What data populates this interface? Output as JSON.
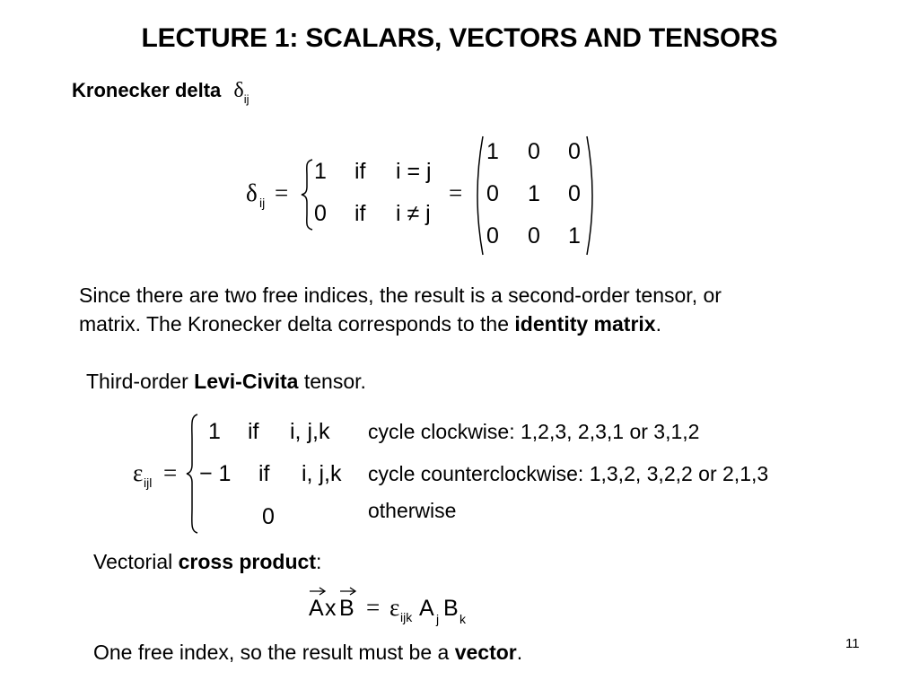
{
  "slide": {
    "title": "LECTURE 1: SCALARS, VECTORS AND TENSORS",
    "page_number": "11"
  },
  "kronecker": {
    "heading": "Kronecker delta",
    "symbol": "δ",
    "subscript": "ij",
    "eq": "=",
    "case1_value": "1",
    "case1_if": "if",
    "case1_condition": "i = j",
    "case2_value": "0",
    "case2_if": "if",
    "case2_condition": "i ≠ j",
    "matrix_rows": [
      [
        "1",
        "0",
        "0"
      ],
      [
        "0",
        "1",
        "0"
      ],
      [
        "0",
        "0",
        "1"
      ]
    ]
  },
  "paragraph": {
    "text_before": "Since there are two free indices, the result is a second-order tensor, or",
    "line2_before": "matrix.  The Kronecker delta corresponds to the ",
    "bold": "identity matrix",
    "line2_after": "."
  },
  "levi_civita": {
    "intro_before": "Third-order ",
    "intro_bold": "Levi-Civita",
    "intro_after": " tensor.",
    "symbol": "ε",
    "subscript": "ijl",
    "eq": "=",
    "case1_value": "1",
    "case1_if": "if",
    "case1_indices": "i, j,k",
    "case1_desc": "cycle clockwise: 1,2,3, 2,3,1 or 3,1,2",
    "case2_value": "− 1",
    "case2_if": "if",
    "case2_indices": "i, j,k",
    "case2_desc": "cycle counterclockwise: 1,3,2, 3,2,2 or 2,1,3",
    "case3_value": "0",
    "case3_desc": "otherwise"
  },
  "cross_product": {
    "intro_before": "Vectorial ",
    "intro_bold": "cross product",
    "intro_after": ":",
    "A": "A",
    "x": "x",
    "B": "B",
    "eq": "=",
    "eps": "ε",
    "eps_sub": "ijk",
    "Aj": "A",
    "Aj_sub": "j",
    "Bk": "B",
    "Bk_sub": "k",
    "conclusion_before": "One free index, so the result must be a ",
    "conclusion_bold": "vector",
    "conclusion_after": "."
  }
}
